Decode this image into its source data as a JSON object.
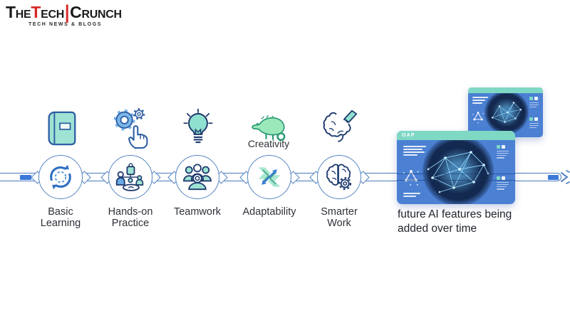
{
  "logo": {
    "part1": "The",
    "part2_initial": "T",
    "part2_rest": "ech",
    "divider": "|",
    "part3": "Crunch",
    "tagline": "TECH NEWS & BLOGS"
  },
  "timeline": {
    "nodes": [
      {
        "label_line1": "Basic",
        "label_line2": "Learning",
        "top_label": "",
        "icon": "sync-icon",
        "top_icon": "book-icon"
      },
      {
        "label_line1": "Hands-on",
        "label_line2": "Practice",
        "top_label": "",
        "icon": "team-hierarchy-icon",
        "top_icon": "gears-hand-icon"
      },
      {
        "label_line1": "Teamwork",
        "label_line2": "",
        "top_label": "",
        "icon": "team-group-icon",
        "top_icon": "lightbulb-icon"
      },
      {
        "label_line1": "Adaptability",
        "label_line2": "",
        "top_label": "Creativity",
        "icon": "swap-arrows-icon",
        "top_icon": "chameleon-icon"
      },
      {
        "label_line1": "Smarter",
        "label_line2": "Work",
        "top_label": "",
        "icon": "brain-gear-icon",
        "top_icon": "brain-pencil-icon"
      }
    ]
  },
  "future_panel": {
    "window_title": "OAP",
    "caption_line1": "future AI features being",
    "caption_line2": "added over time"
  },
  "colors": {
    "accent_blue": "#3b78d8",
    "outline_blue": "#5585c2",
    "teal_fill": "#9fe3d4",
    "card_body_blue": "#4b80d3",
    "card_header_teal": "#7fd8c4",
    "logo_red": "#d62929",
    "dark_navy_icon": "#1e3a6e",
    "orb_glow_cyan": "#6ec8ff"
  }
}
